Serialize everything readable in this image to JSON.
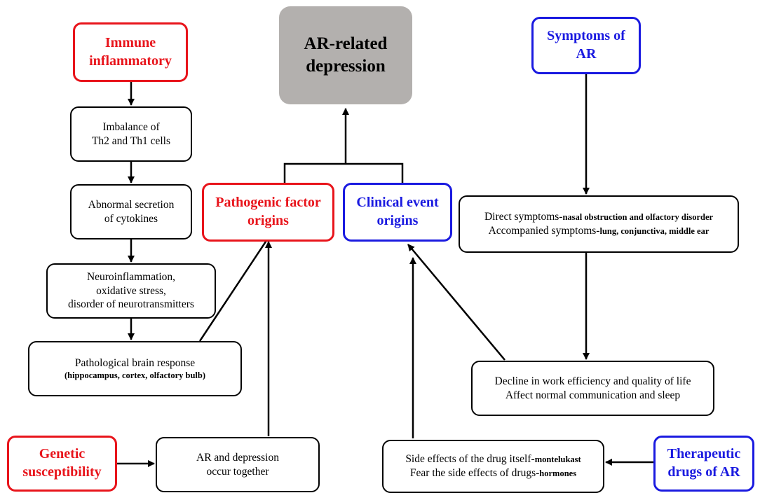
{
  "title_node": {
    "line1": "AR-related",
    "line2": "depression"
  },
  "nodes": {
    "immune": {
      "line1": "Immune",
      "line2": "inflammatory",
      "color": "#e8141b"
    },
    "th_imbalance": {
      "line1": "Imbalance of",
      "line2": "Th2 and Th1 cells"
    },
    "cytokines": {
      "line1": "Abnormal secretion",
      "line2": "of cytokines"
    },
    "neuro": {
      "line1": "Neuroinflammation,",
      "line2": "oxidative stress,",
      "line3": "disorder of neurotransmitters"
    },
    "brain": {
      "line1": "Pathological brain response",
      "line2": "(hippocampus, cortex, olfactory bulb)"
    },
    "genetic": {
      "line1": "Genetic",
      "line2": "susceptibility",
      "color": "#e8141b"
    },
    "cooccur": {
      "line1": "AR and depression",
      "line2": "occur together"
    },
    "pathogenic": {
      "line1": "Pathogenic factor",
      "line2": "origins",
      "color": "#e8141b"
    },
    "clinical": {
      "line1": "Clinical event",
      "line2": "origins",
      "color": "#1a1ae0"
    },
    "symptoms_ar": {
      "line1": "Symptoms of",
      "line2": "AR",
      "color": "#1a1ae0"
    },
    "direct": {
      "line1_a": "Direct symptoms-",
      "line1_b": "nasal obstruction and olfactory disorder",
      "line2_a": "Accompanied symptoms-",
      "line2_b": "lung, conjunctiva, middle ear"
    },
    "decline": {
      "line1": "Decline in work efficiency and quality of life",
      "line2": "Affect normal communication and sleep"
    },
    "side_effects": {
      "line1_a": "Side effects of the drug itself-",
      "line1_b": "montelukast",
      "line2_a": "Fear the side effects of drugs-",
      "line2_b": "hormones"
    },
    "therapeutic": {
      "line1": "Therapeutic",
      "line2": "drugs of AR",
      "color": "#1a1ae0"
    }
  }
}
